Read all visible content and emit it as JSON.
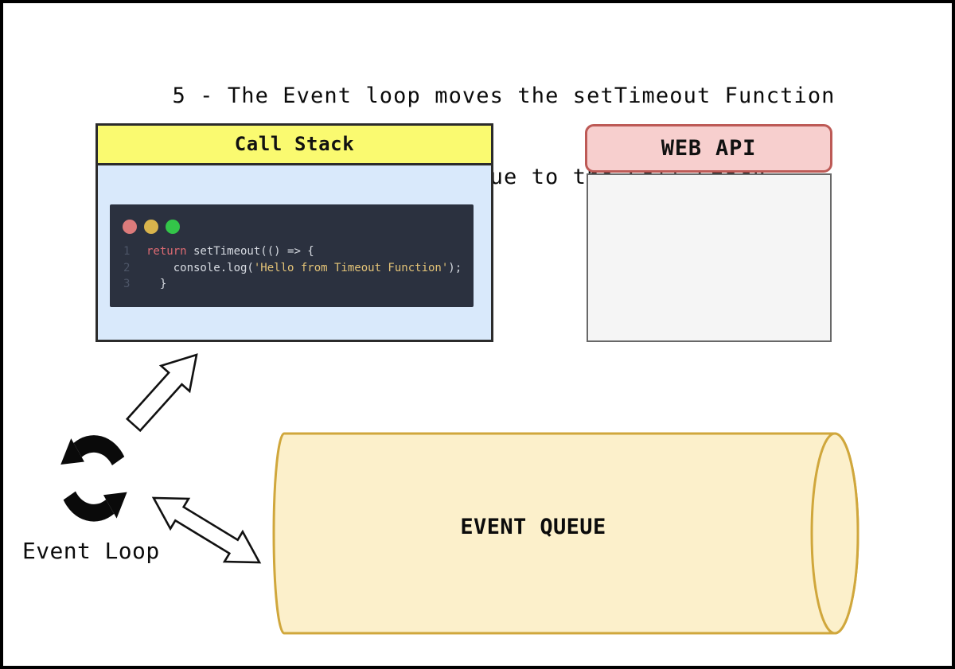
{
  "title": {
    "line1": "5 - The Event loop moves the setTimeout Function",
    "line2": "from the Event Queue to the Call Stack"
  },
  "call_stack": {
    "label": "Call Stack",
    "code": {
      "lines": [
        {
          "number": "1",
          "segments": [
            {
              "text": "return",
              "type": "keyword"
            },
            {
              "text": " setTimeout(() => {",
              "type": "plain"
            }
          ]
        },
        {
          "number": "2",
          "segments": [
            {
              "text": "    console.log(",
              "type": "plain"
            },
            {
              "text": "'Hello from Timeout Function'",
              "type": "string"
            },
            {
              "text": ");",
              "type": "plain"
            }
          ]
        },
        {
          "number": "3",
          "segments": [
            {
              "text": "  }",
              "type": "plain"
            }
          ]
        }
      ]
    }
  },
  "web_api": {
    "label": "WEB API"
  },
  "event_queue": {
    "label": "EVENT QUEUE"
  },
  "event_loop": {
    "label": "Event Loop"
  },
  "icons": {
    "event_loop": "circular-arrows-refresh-icon",
    "editor_window_controls": [
      "red-circle",
      "yellow-circle",
      "green-circle"
    ],
    "arrows": [
      "outline-arrow-up-right",
      "outline-double-arrow-diagonal"
    ]
  },
  "colors": {
    "page_border": "#000000",
    "call_stack_header_bg": "#FAFA70",
    "call_stack_body_bg": "#D9E9FB",
    "panel_border": "#2B2B2B",
    "web_api_header_bg": "#F7CFCE",
    "web_api_header_border": "#BD5A56",
    "web_api_body_bg": "#F5F5F5",
    "web_api_body_border": "#686868",
    "event_queue_fill": "#FCF0CB",
    "event_queue_stroke": "#D0A73C",
    "editor_bg": "#2B313F",
    "code_keyword": "#DF6B73",
    "code_string": "#E3C377",
    "code_plain": "#D7DBE2",
    "code_line_number": "#4D5567",
    "traffic_red": "#DC7B7B",
    "traffic_yellow": "#D9B44C",
    "traffic_green": "#33C549"
  }
}
